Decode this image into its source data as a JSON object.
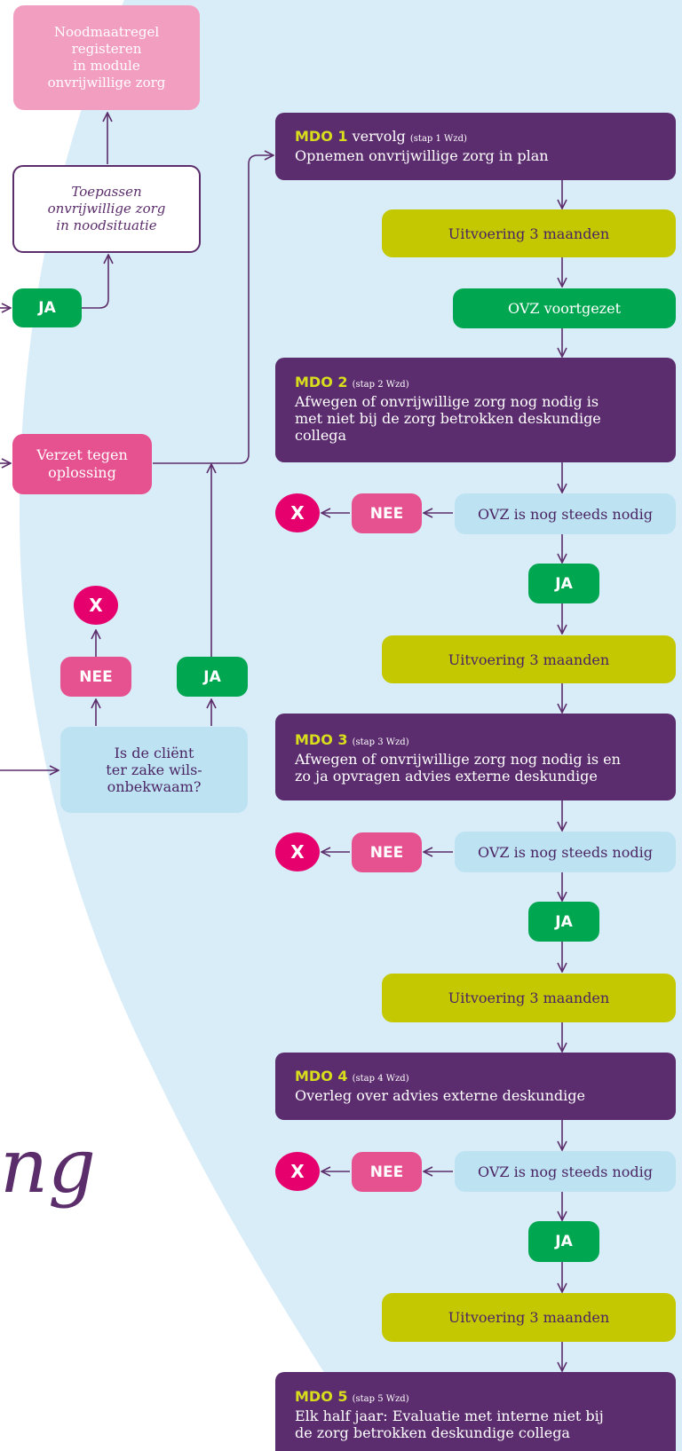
{
  "colors": {
    "background_circle": "#d9edf9",
    "purple": "#5c2d6e",
    "arrow": "#5b2d6b",
    "pink": "#e6518f",
    "light_pink": "#f29ec0",
    "green": "#00a650",
    "lime": "#c3c800",
    "light_blue": "#bde3f3",
    "magenta": "#e5006d",
    "mdo_title": "#d8de1c"
  },
  "left": {
    "noodmaatregel": [
      "Noodmaatregel",
      "registeren",
      "in module",
      "onvrijwillige zorg"
    ],
    "toepassen": [
      "Toepassen",
      "onvrijwillige zorg",
      "in noodsituatie"
    ],
    "ja_top": "JA",
    "verzet": [
      "Verzet tegen",
      "oplossing"
    ],
    "x_label": "X",
    "nee": "NEE",
    "ja_mid": "JA",
    "wilsonbekwaam": [
      "Is de cliënt",
      "ter zake wils-",
      "onbekwaam?"
    ],
    "partial_word": "ng"
  },
  "right": {
    "mdo1": {
      "title": "MDO 1",
      "title_suffix": "vervolg",
      "step": "(stap 1 Wzd)",
      "desc": "Opnemen onvrijwillige zorg in plan"
    },
    "uitvoering": "Uitvoering 3 maanden",
    "ovz_voortgezet": "OVZ voortgezet",
    "mdo2": {
      "title": "MDO 2",
      "step": "(stap 2 Wzd)",
      "desc": [
        "Afwegen of onvrijwillige zorg nog nodig is",
        "met niet bij de zorg betrokken deskundige",
        "collega"
      ]
    },
    "ovz_nodig": "OVZ is nog steeds nodig",
    "nee": "NEE",
    "ja": "JA",
    "x_label": "X",
    "mdo3": {
      "title": "MDO 3",
      "step": "(stap 3 Wzd)",
      "desc": [
        "Afwegen of onvrijwillige zorg nog nodig is en",
        "zo ja opvragen advies externe deskundige"
      ]
    },
    "mdo4": {
      "title": "MDO 4",
      "step": "(stap 4 Wzd)",
      "desc": [
        "Overleg over advies externe deskundige"
      ]
    },
    "mdo5": {
      "title": "MDO 5",
      "step": "(stap 5 Wzd)",
      "desc": [
        "Elk half jaar: Evaluatie met interne niet bij",
        "de zorg betrokken deskundige collega"
      ]
    }
  }
}
